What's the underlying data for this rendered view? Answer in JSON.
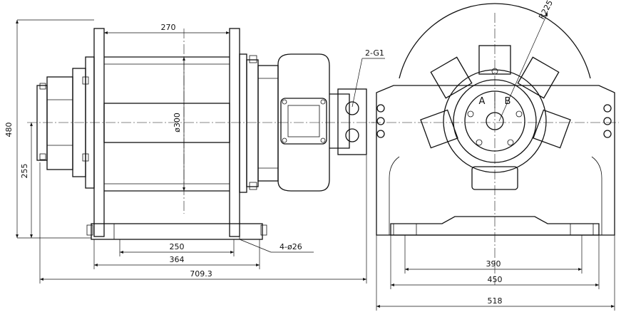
{
  "dimensions": {
    "overall_height": "480",
    "shaft_height": "255",
    "drum_length": "270",
    "drum_diameter": "ø300",
    "base_hole_spacing": "250",
    "base_length": "364",
    "overall_length": "709.3",
    "port_label": "2-G1",
    "hole_label": "4-ø26",
    "flange_radius": "R225",
    "side_hole_spacing": "390",
    "side_base_width": "450",
    "side_overall_width": "518"
  },
  "motor_ports": {
    "port_a": "A",
    "port_b": "B"
  }
}
